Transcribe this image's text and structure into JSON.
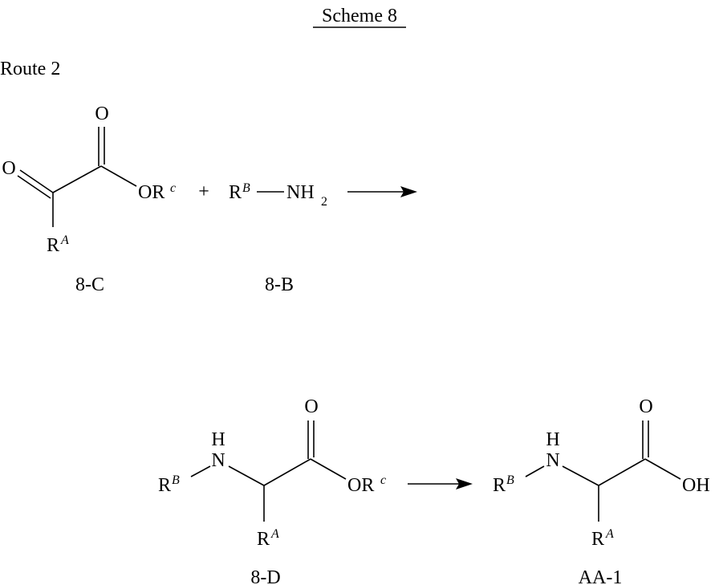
{
  "title": "Scheme 8",
  "route": "Route 2",
  "plus": "+",
  "atoms": {
    "O": "O",
    "OR": "OR",
    "OH": "OH",
    "R": "R",
    "NH": "NH",
    "N": "N",
    "H": "H",
    "sub2": "2",
    "supA": "A",
    "supB": "B",
    "supC": "c"
  },
  "compounds": {
    "c8C": "8-C",
    "c8B": "8-B",
    "c8D": "8-D",
    "aa1": "AA-1"
  }
}
